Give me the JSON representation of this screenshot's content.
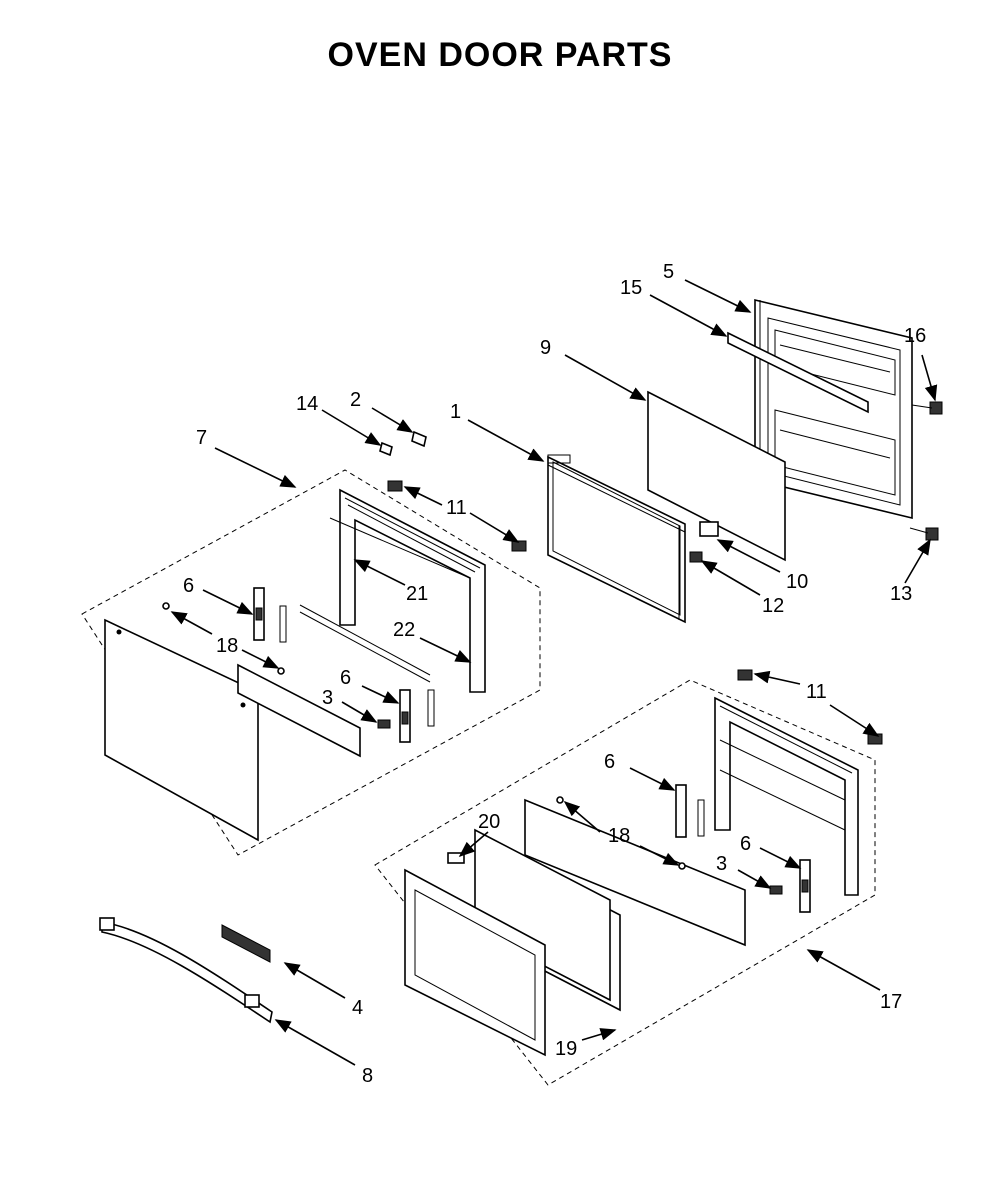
{
  "title": "OVEN DOOR PARTS",
  "callouts": [
    {
      "id": "c5",
      "label": "5"
    },
    {
      "id": "c15",
      "label": "15"
    },
    {
      "id": "c16",
      "label": "16"
    },
    {
      "id": "c9",
      "label": "9"
    },
    {
      "id": "c14",
      "label": "14"
    },
    {
      "id": "c2",
      "label": "2"
    },
    {
      "id": "c1",
      "label": "1"
    },
    {
      "id": "c7",
      "label": "7"
    },
    {
      "id": "c11a",
      "label": "11"
    },
    {
      "id": "c10",
      "label": "10"
    },
    {
      "id": "c12",
      "label": "12"
    },
    {
      "id": "c13",
      "label": "13"
    },
    {
      "id": "c21",
      "label": "21"
    },
    {
      "id": "c6a",
      "label": "6"
    },
    {
      "id": "c22",
      "label": "22"
    },
    {
      "id": "c18a",
      "label": "18"
    },
    {
      "id": "c6b",
      "label": "6"
    },
    {
      "id": "c3a",
      "label": "3"
    },
    {
      "id": "c11b",
      "label": "11"
    },
    {
      "id": "c6c",
      "label": "6"
    },
    {
      "id": "c20",
      "label": "20"
    },
    {
      "id": "c18b",
      "label": "18"
    },
    {
      "id": "c6d",
      "label": "6"
    },
    {
      "id": "c3b",
      "label": "3"
    },
    {
      "id": "c4",
      "label": "4"
    },
    {
      "id": "c17",
      "label": "17"
    },
    {
      "id": "c19",
      "label": "19"
    },
    {
      "id": "c8",
      "label": "8"
    }
  ]
}
